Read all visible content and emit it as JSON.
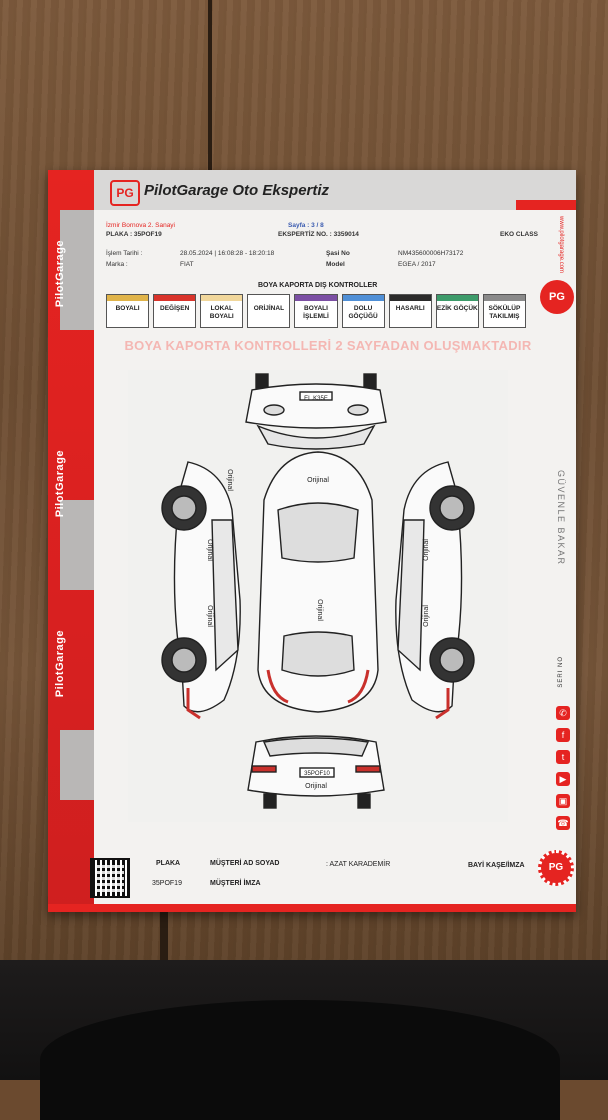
{
  "form": {
    "brand_title": "PilotGarage Oto Ekspertiz",
    "logo_text": "PG",
    "side_brand": "PilotGarage",
    "website": "www.pilotgarage.com",
    "slogan": "GÜVENLE BAKAR",
    "seri_label": "SERİ NO",
    "branch": "İzmir Bornova 2. Sanayi",
    "plaka_line": "PLAKA : 35POF19",
    "page_label": "Sayfa : 3 / 8",
    "ekspertiz_no": "EKSPERTİZ NO. : 3359014",
    "package": "EKO CLASS",
    "fields": {
      "islem_tarihi_label": "İşlem Tarihi :",
      "islem_tarihi_value": "28.05.2024 | 16:08:28 - 18:20:18",
      "marka_label": "Marka :",
      "marka_value": "FIAT",
      "sasi_label": "Şasi No",
      "sasi_value": "NM435600006H73172",
      "model_label": "Model",
      "model_value": "EGEA / 2017"
    },
    "section_title": "BOYA KAPORTA DIŞ KONTROLLER",
    "legend": [
      {
        "label": "BOYALI",
        "color": "#e0b44a"
      },
      {
        "label": "DEĞİŞEN",
        "color": "#d9342b"
      },
      {
        "label": "LOKAL BOYALI",
        "color": "#f1d79b"
      },
      {
        "label": "ORİJİNAL",
        "color": "#ffffff"
      },
      {
        "label": "BOYALI İŞLEMLİ",
        "color": "#7b4fa3"
      },
      {
        "label": "DOLU GÖÇÜĞÜ",
        "color": "#4f8fd6"
      },
      {
        "label": "HASARLI",
        "color": "#2b2b2b"
      },
      {
        "label": "EZİK GÖÇÜK",
        "color": "#3d9b6a"
      },
      {
        "label": "SÖKÜLÜP TAKILMIŞ",
        "color": "#8a8a8a"
      }
    ],
    "banner": "BOYA KAPORTA KONTROLLERİ 2 SAYFADAN OLUŞMAKTADIR",
    "diagram": {
      "front_plate": "EL.K35E",
      "rear_plate": "35POF10",
      "part_labels": [
        "Orijinal",
        "Orijinal",
        "Orijinal",
        "Orijinal",
        "Orijinal",
        "Orijinal",
        "Orijinal",
        "Orijinal"
      ]
    },
    "footer": {
      "plaka_label": "PLAKA",
      "plaka_value": "35POF19",
      "musteri_label": "MÜŞTERİ AD SOYAD",
      "musteri_value": ": AZAT KARADEMİR",
      "imza_label": "MÜŞTERİ İMZA",
      "bayi_label": "BAYİ KAŞE/İMZA",
      "seal_text": "PG"
    },
    "social_icons": [
      "whatsapp-icon",
      "facebook-icon",
      "twitter-icon",
      "youtube-icon",
      "instagram-icon",
      "phone-icon"
    ]
  }
}
